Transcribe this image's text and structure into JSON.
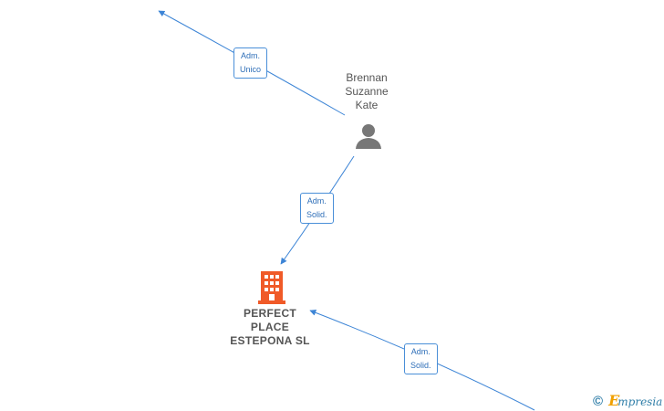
{
  "nodes": {
    "person": {
      "name_lines": [
        "Brennan",
        "Suzanne",
        "Kate"
      ],
      "icon": "person-icon",
      "color": "#777777"
    },
    "company_top": {
      "icon": "building-icon",
      "color": "#777777"
    },
    "company_main": {
      "name_lines": [
        "PERFECT",
        "PLACE",
        "ESTEPONA SL"
      ],
      "icon": "building-icon",
      "color": "#f05a28"
    }
  },
  "edges": [
    {
      "label_lines": [
        "Adm.",
        "Unico"
      ]
    },
    {
      "label_lines": [
        "Adm.",
        "Solid."
      ]
    },
    {
      "label_lines": [
        "Adm.",
        "Solid."
      ]
    }
  ],
  "colors": {
    "edge": "#3d85d6"
  },
  "footer": {
    "copyright_symbol": "©",
    "brand_initial": "E",
    "brand_rest": "mpresia"
  }
}
